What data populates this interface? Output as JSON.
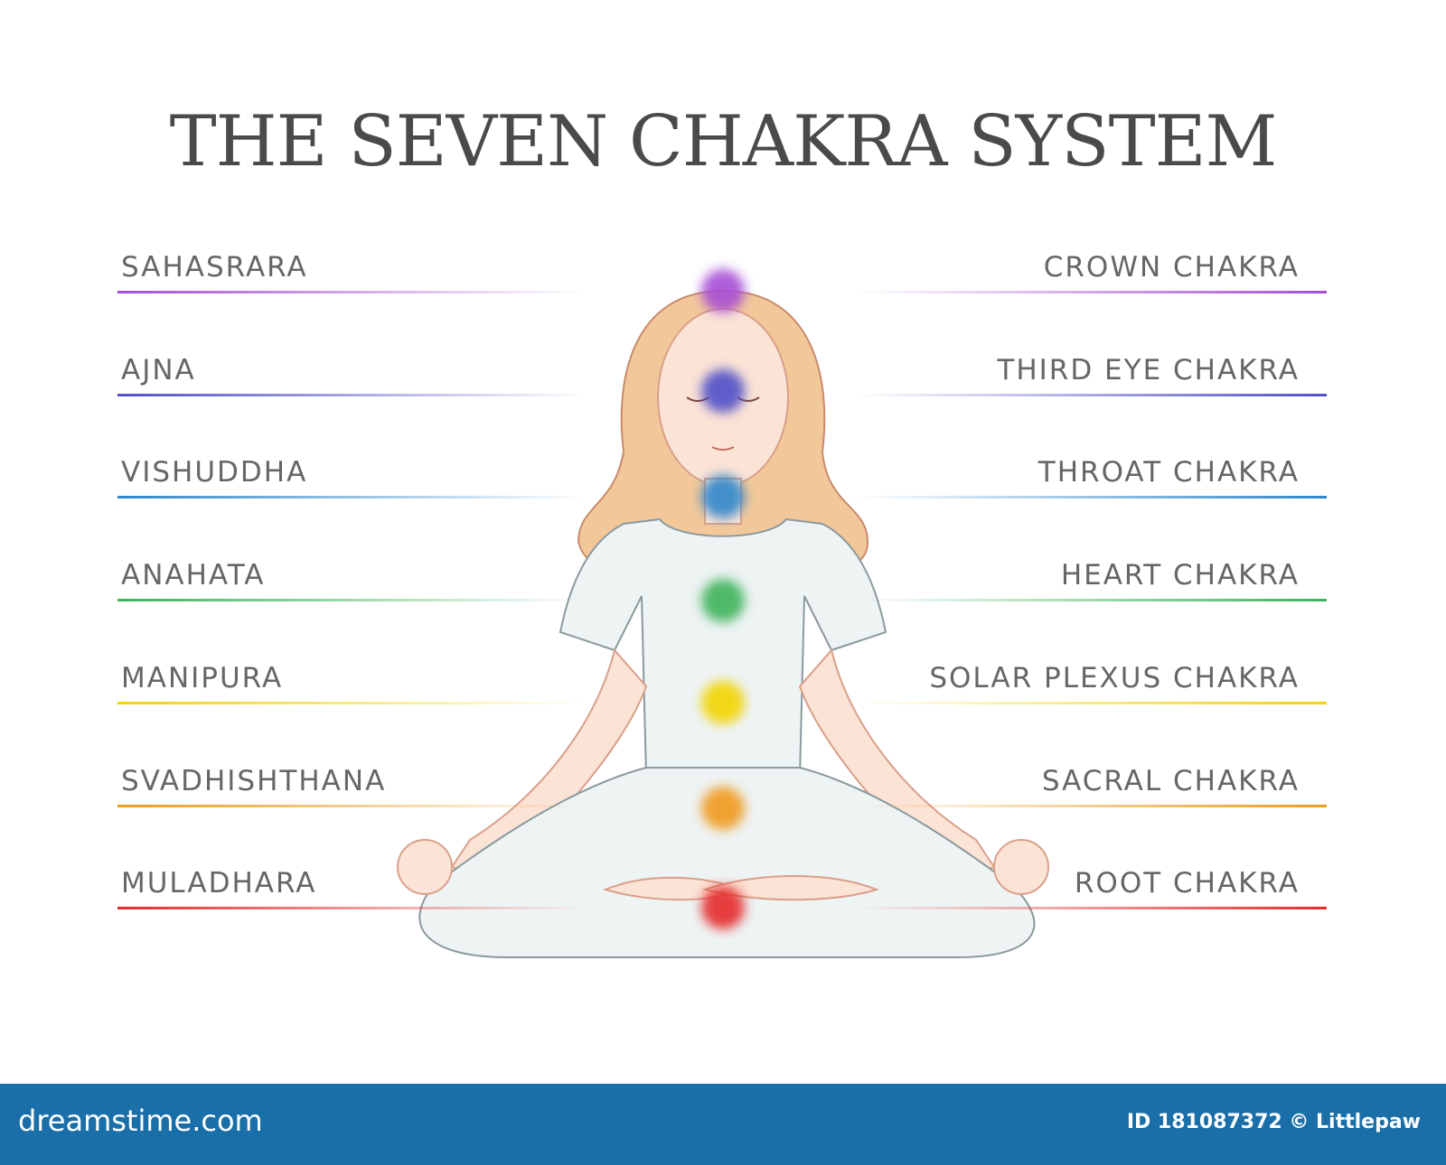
{
  "title": "THE SEVEN CHAKRA SYSTEM",
  "chakras": [
    {
      "sanskrit": "SAHASRARA",
      "english": "CROWN CHAKRA",
      "color": "#a64dd6"
    },
    {
      "sanskrit": "AJNA",
      "english": "THIRD EYE CHAKRA",
      "color": "#5050c8"
    },
    {
      "sanskrit": "VISHUDDHA",
      "english": "THROAT CHAKRA",
      "color": "#2f86c9"
    },
    {
      "sanskrit": "ANAHATA",
      "english": "HEART CHAKRA",
      "color": "#3db35a"
    },
    {
      "sanskrit": "MANIPURA",
      "english": "SOLAR PLEXUS CHAKRA",
      "color": "#f2d400"
    },
    {
      "sanskrit": "SVADHISHTHANA",
      "english": "SACRAL CHAKRA",
      "color": "#f09a1a"
    },
    {
      "sanskrit": "MULADHARA",
      "english": "ROOT CHAKRA",
      "color": "#e62a2a"
    }
  ],
  "footer": {
    "brand": "dreamstime.com",
    "credit": "ID 181087372 © Littlepaw"
  }
}
